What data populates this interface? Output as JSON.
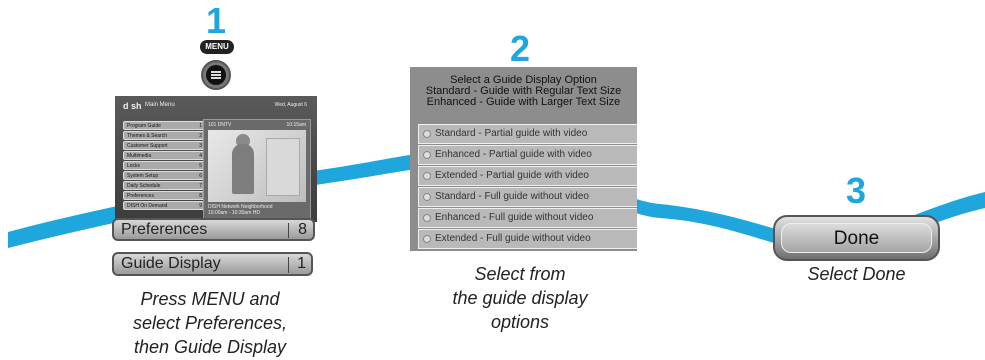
{
  "colors": {
    "accent": "#1ea6dd",
    "background": "#ffffff"
  },
  "step1": {
    "number": "1",
    "menu_pill": "MENU",
    "menu_button_icon": "menu-lines-icon",
    "tv": {
      "logo": "d sh",
      "title": "Main Menu",
      "date": "Wed, August 6",
      "menu_items": [
        {
          "label": "Program Guide",
          "num": "1"
        },
        {
          "label": "Themes & Search",
          "num": "2"
        },
        {
          "label": "Customer Support",
          "num": "3"
        },
        {
          "label": "Multimedia",
          "num": "4"
        },
        {
          "label": "Locks",
          "num": "5"
        },
        {
          "label": "System Setup",
          "num": "6"
        },
        {
          "label": "Daily Schedule",
          "num": "7"
        },
        {
          "label": "Preferences",
          "num": "8"
        },
        {
          "label": "DISH On Demand",
          "num": "9"
        }
      ],
      "panel_channel": "101 DNTV",
      "panel_time": "10:15am",
      "panel_caption_1": "DISH Network Neighborhood",
      "panel_caption_2": "10:00am - 10:30am HD"
    },
    "preferences": {
      "label": "Preferences",
      "num": "8"
    },
    "guide_display": {
      "label": "Guide Display",
      "num": "1"
    },
    "caption": [
      "Press MENU and",
      "select Preferences,",
      "then Guide Display"
    ]
  },
  "step2": {
    "number": "2",
    "header": [
      "Select a Guide Display Option",
      "Standard - Guide with Regular Text Size",
      "Enhanced - Guide with Larger Text Size"
    ],
    "options": [
      "Standard - Partial guide with video",
      "Enhanced - Partial guide with video",
      "Extended - Partial guide with video",
      "Standard - Full guide without video",
      "Enhanced - Full guide without video",
      "Extended - Full guide without video"
    ],
    "caption": [
      "Select from",
      "the guide display",
      "options"
    ]
  },
  "step3": {
    "number": "3",
    "done_label": "Done",
    "caption": "Select Done"
  }
}
